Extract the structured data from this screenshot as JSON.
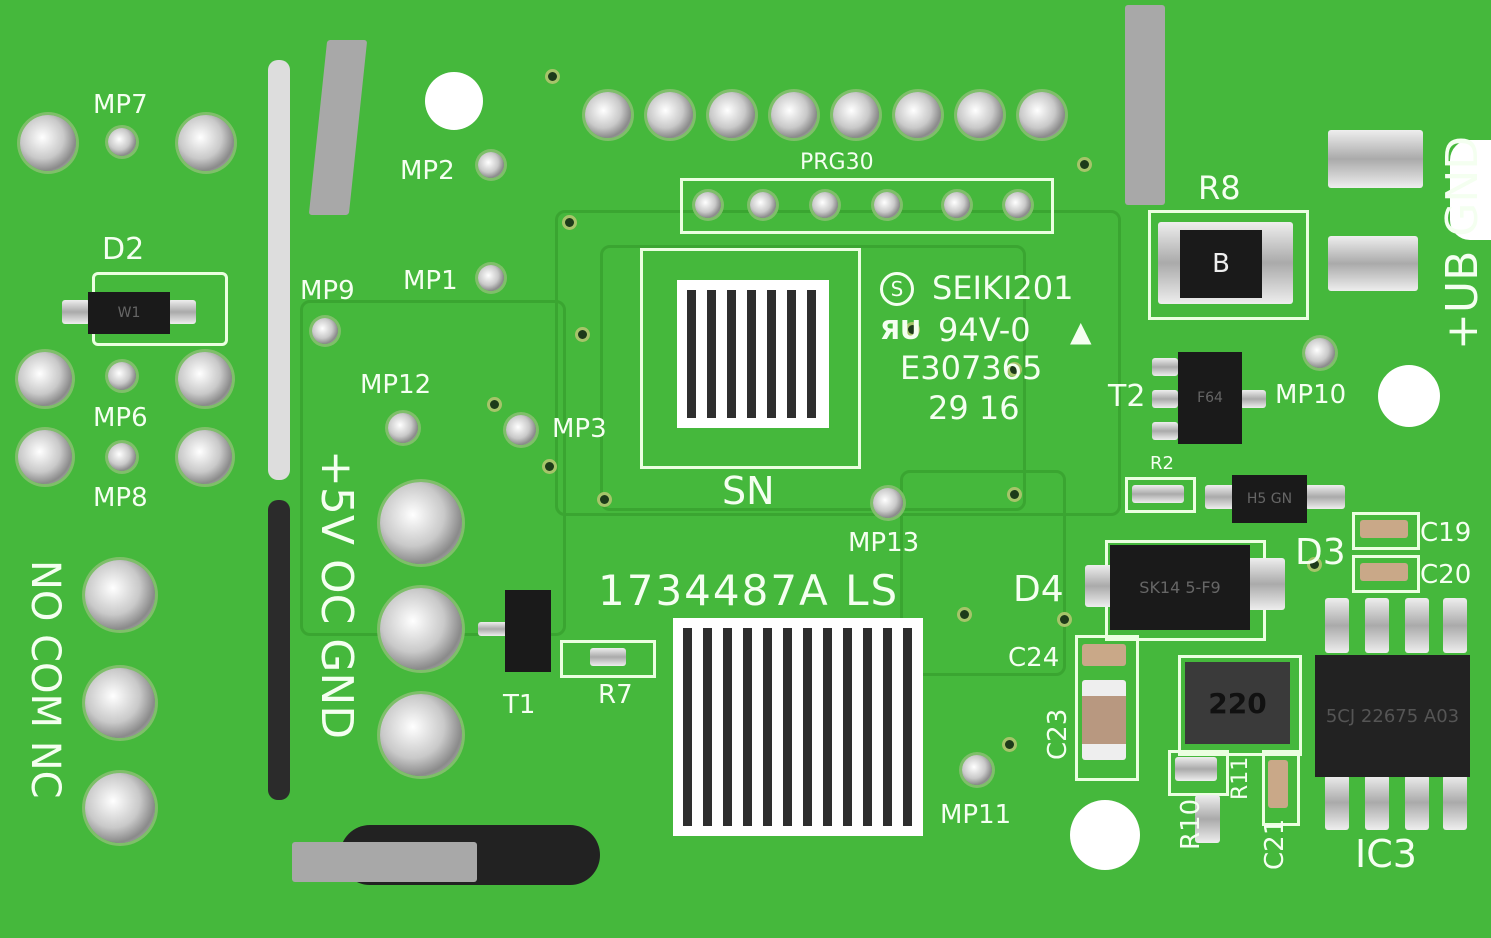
{
  "board": {
    "color": "#45b83c",
    "silkscreen_color": "#f4fff0",
    "labels": {
      "mp7": "MP7",
      "d2": "D2",
      "mp2": "MP2",
      "mp1": "MP1",
      "mp9": "MP9",
      "mp12": "MP12",
      "mp6": "MP6",
      "mp8": "MP8",
      "mp3": "MP3",
      "prg30": "PRG30",
      "sn": "SN",
      "mp13": "MP13",
      "serial": "1734487A LS",
      "power_terminals": "+5V OC GND",
      "relay_terminals": "NO COM NC",
      "t1": "T1",
      "r7": "R7",
      "r8": "R8",
      "t2": "T2",
      "mp10": "MP10",
      "supply_terminals": "+UB GND",
      "r2": "R2",
      "d3": "D3",
      "c19": "C19",
      "c20": "C20",
      "d4": "D4",
      "c24": "C24",
      "c23": "C23",
      "ic3": "IC3",
      "r10": "R10",
      "r11": "R11",
      "c21": "C21",
      "mp11": "MP11"
    },
    "marking": {
      "maker": "SEIKI201",
      "rating": "94V-0",
      "file": "E307365",
      "date": "29 16"
    },
    "parts": {
      "d2_mark": "W1",
      "r8_mark": "B",
      "d4_mark": "SK14 5-F9",
      "l1_mark": "220",
      "ic3_mark": "5CJ 22675 A03",
      "d3_mark": "H5 GN",
      "t2_mark": "F64"
    }
  }
}
